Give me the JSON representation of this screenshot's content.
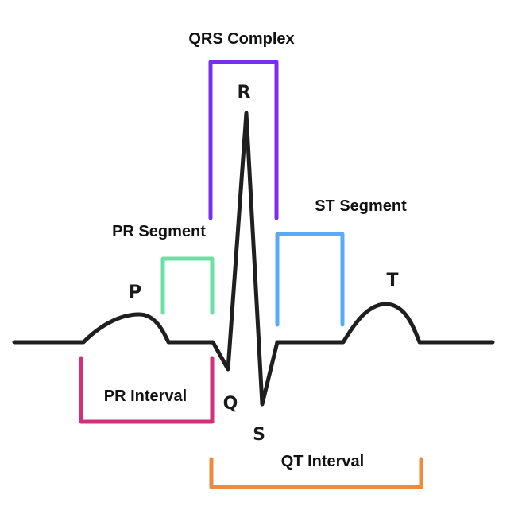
{
  "labels": {
    "qrs_complex": "QRS Complex",
    "pr_segment": "PR Segment",
    "st_segment": "ST Segment",
    "pr_interval": "PR Interval",
    "qt_interval": "QT Interval"
  },
  "waves": {
    "p": "P",
    "q": "Q",
    "r": "R",
    "s": "S",
    "t": "T"
  },
  "colors": {
    "trace": "#1f1f1f",
    "qrs_complex": "#7a2ff0",
    "pr_segment": "#6ce0a4",
    "st_segment": "#5aabf5",
    "pr_interval": "#d3307b",
    "qt_interval": "#f08a3a"
  }
}
